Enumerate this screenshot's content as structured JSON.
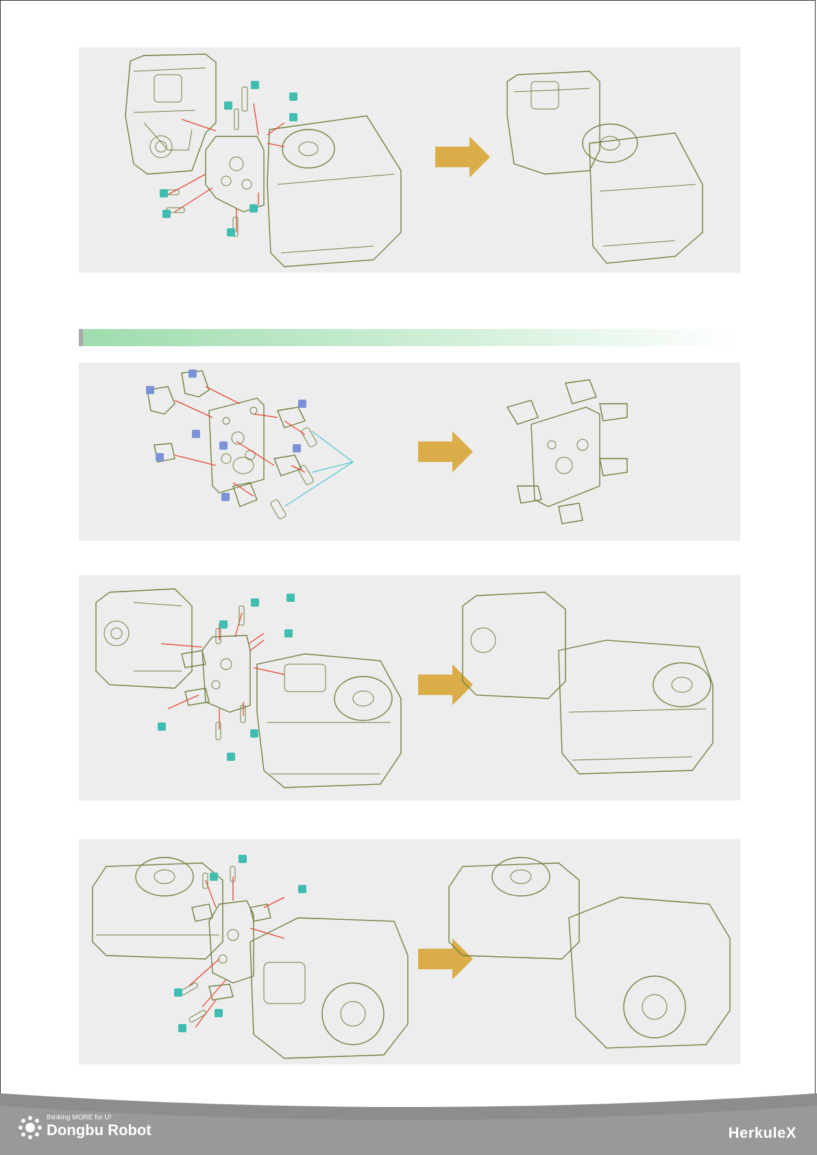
{
  "footer": {
    "tagline": "thinking MORE for U!",
    "company": "Dongbu Robot",
    "product": "HerkuleX"
  },
  "colors": {
    "panel_bg": "#ededed",
    "section_bar": "#9fdcae",
    "callout_teal": "#3ebdb0",
    "callout_blue": "#7b93d6",
    "arrow_red": "#e8422f",
    "arrow_gold": "#d6a12a",
    "outline_green": "#6b7f3c",
    "footer_gray": "#8d8d8d"
  }
}
